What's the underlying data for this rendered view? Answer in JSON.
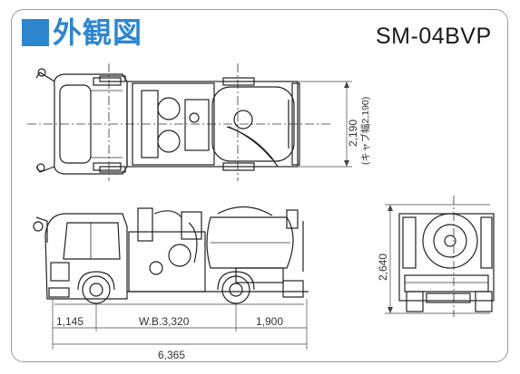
{
  "header": {
    "title": "外観図",
    "model": "SM-04BVP"
  },
  "dimensions": {
    "width_label": "2,190",
    "cab_width_label": "(キャブ幅2,190)",
    "height_label": "2,640",
    "front_overhang_label": "1,145",
    "wheelbase_label": "W.B.3,320",
    "rear_overhang_label": "1,900",
    "overall_length_label": "6,365"
  },
  "colors": {
    "accent": "#2e86cf",
    "line": "#222222",
    "frame": "#9a9a9a"
  }
}
